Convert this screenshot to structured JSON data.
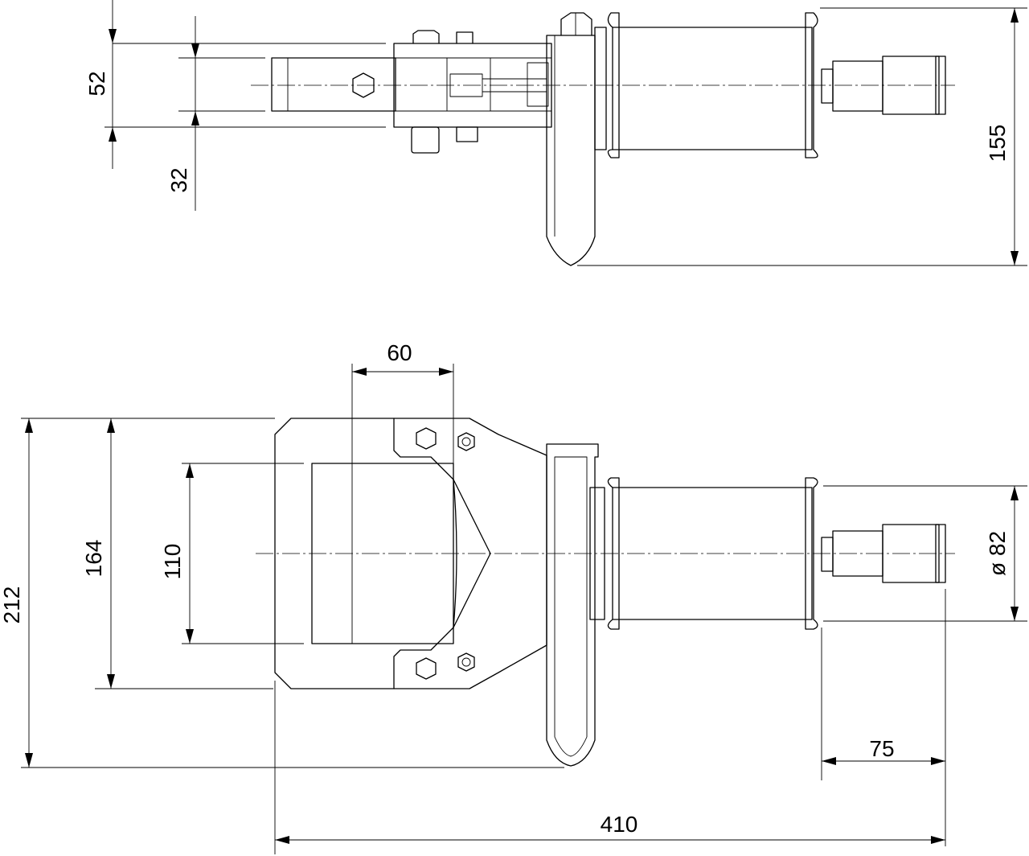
{
  "drawing": {
    "top_view": {
      "dim_52": "52",
      "dim_32": "32",
      "dim_155": "155"
    },
    "side_view": {
      "dim_60": "60",
      "dim_164": "164",
      "dim_110": "110",
      "dim_212": "212",
      "dim_82": "ø 82",
      "dim_75": "75",
      "dim_410": "410"
    }
  }
}
